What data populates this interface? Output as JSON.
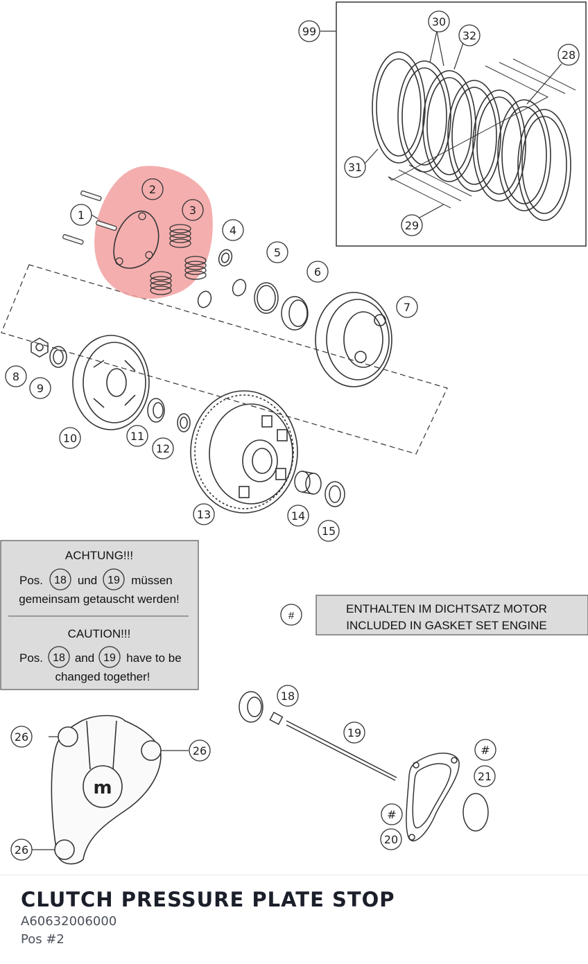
{
  "diagram": {
    "callouts": [
      "1",
      "2",
      "3",
      "4",
      "5",
      "6",
      "7",
      "8",
      "9",
      "10",
      "11",
      "12",
      "13",
      "14",
      "15",
      "18",
      "19",
      "20",
      "21",
      "26",
      "28",
      "29",
      "30",
      "31",
      "32",
      "99",
      "#"
    ],
    "highlight_color": "#f2a0a0",
    "warning_de": {
      "title": "ACHTUNG!!!",
      "pos": "Pos.",
      "ref_a": "18",
      "conj": "und",
      "ref_b": "19",
      "tail": "müssen",
      "line2": "gemeinsam getauscht werden!"
    },
    "warning_en": {
      "title": "CAUTION!!!",
      "pos": "Pos.",
      "ref_a": "18",
      "conj": "and",
      "ref_b": "19",
      "tail": "have to be",
      "line2": "changed together!"
    },
    "gasket_note": {
      "marker": "#",
      "line1": "ENTHALTEN IM DICHTSATZ MOTOR",
      "line2": "INCLUDED IN GASKET SET ENGINE"
    },
    "cover_logo": "m"
  },
  "part": {
    "name": "CLUTCH PRESSURE PLATE STOP",
    "number": "A60632006000",
    "position": "Pos #2"
  }
}
